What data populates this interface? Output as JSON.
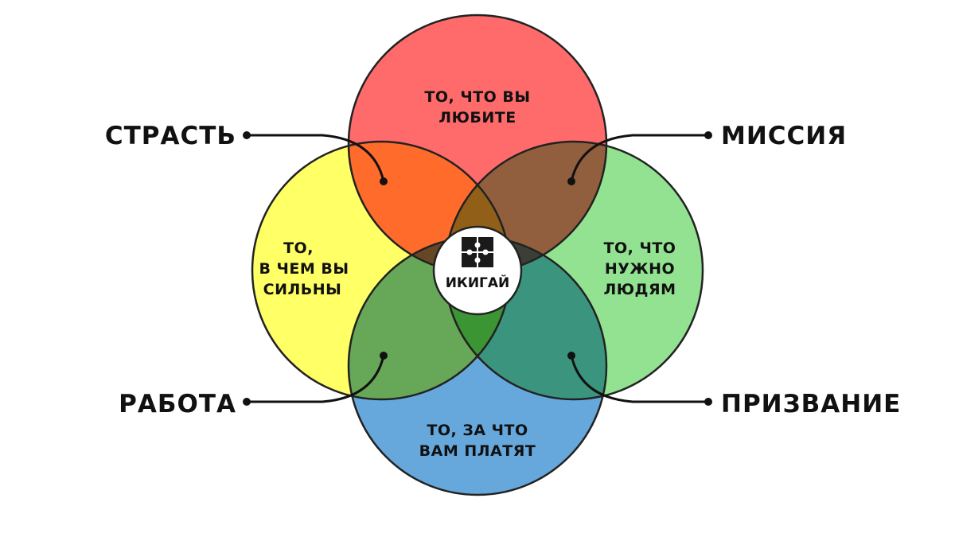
{
  "colors": {
    "love": "#ff6b6b",
    "good_at": "#ffff66",
    "need": "#92e292",
    "paid": "#66a8dc"
  },
  "circles": {
    "love": [
      "ТО, ЧТО ВЫ",
      "ЛЮБИТЕ"
    ],
    "good_at": [
      "ТО,",
      "В ЧЕМ ВЫ",
      "СИЛЬНЫ"
    ],
    "need": [
      "ТО, ЧТО",
      "НУЖНО",
      "ЛЮДЯМ"
    ],
    "paid": [
      "ТО, ЗА ЧТО",
      "ВАМ ПЛАТЯТ"
    ]
  },
  "labels": {
    "passion": "СТРАСТЬ",
    "mission": "МИССИЯ",
    "profession": "РАБОТА",
    "vocation": "ПРИЗВАНИЕ"
  },
  "center": {
    "title": "ИКИГАЙ",
    "icon": "puzzle-icon"
  }
}
